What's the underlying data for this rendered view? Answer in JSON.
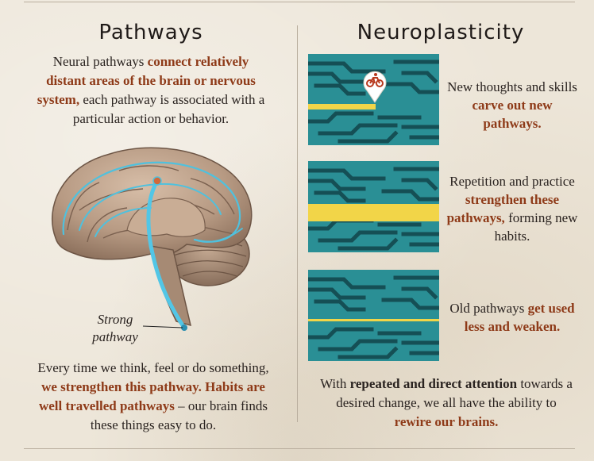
{
  "left": {
    "title": "Pathways",
    "intro": {
      "t1": "Neural pathways ",
      "h1": "connect relatively distant areas of the brain or nervous system,",
      "t2": " each pathway is associated with a particular action or behavior."
    },
    "strong_label": [
      "Strong",
      "pathway"
    ],
    "outro": {
      "t1": "Every time we think, feel or do something, ",
      "h1": "we strengthen this pathway. Habits are well travelled pathways",
      "t2": " – our brain finds these things easy to do."
    }
  },
  "right": {
    "title": "Neuroplasticity",
    "panels": [
      {
        "t1": "New thoughts and skills ",
        "h1": "carve out new pathways.",
        "t2": ""
      },
      {
        "t1": "Repetition and practice ",
        "h1": "strengthen these pathways,",
        "t2": " forming new habits."
      },
      {
        "t1": "Old pathways ",
        "h1": "get used less and weaken.",
        "t2": ""
      }
    ],
    "outro": {
      "h0": "With ",
      "h1": "repeated and direct attention",
      "t1": " towards a desired change, we all have the ability to ",
      "h2": "rewire our brains."
    }
  },
  "colors": {
    "highlight": "#8e3a18",
    "panel": "#2a8f95",
    "maze": "#154f55",
    "path": "#f2d548",
    "neuron": "#4fc1de",
    "brain": "#b89b84"
  },
  "icons": [
    "bicycle-pin-icon"
  ]
}
